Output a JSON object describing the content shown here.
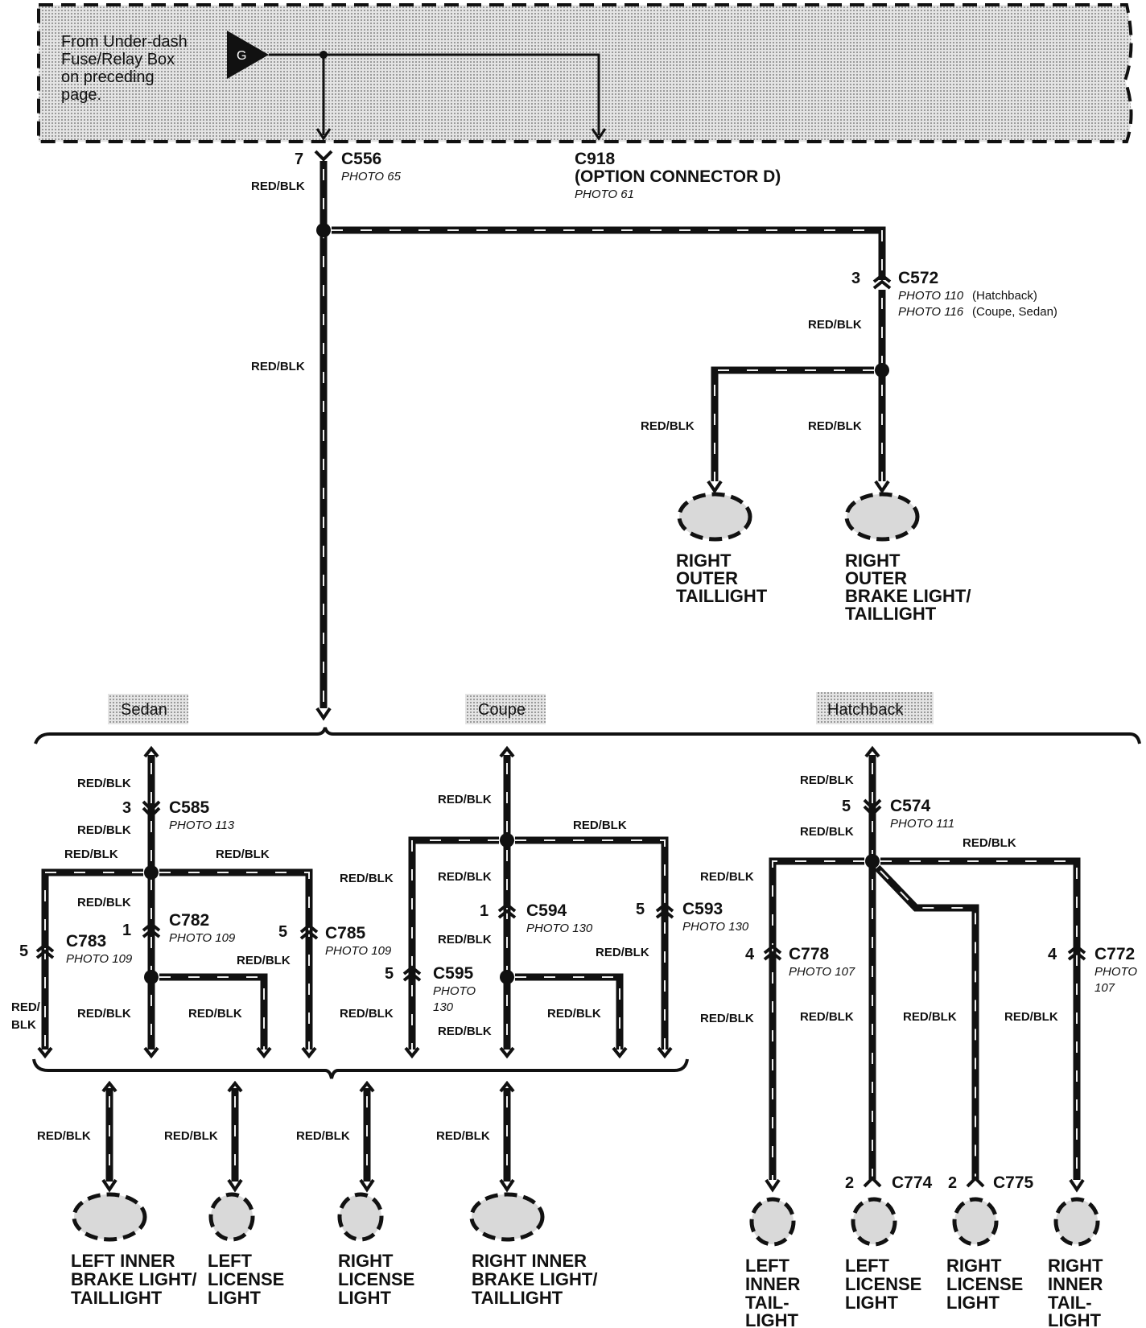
{
  "source_box": {
    "lines": [
      "From Under-dash",
      "Fuse/Relay Box",
      "on preceding",
      "page."
    ],
    "terminal": "G"
  },
  "wire_color": "RED/BLK",
  "wire_color_split": [
    "RED/",
    "BLK"
  ],
  "variants": [
    "Sedan",
    "Coupe",
    "Hatchback"
  ],
  "connectors": {
    "c556": {
      "id": "C556",
      "pin": "7",
      "photo": "PHOTO 65"
    },
    "c918": {
      "id": "C918",
      "desc": "(OPTION CONNECTOR D)",
      "photo": "PHOTO 61"
    },
    "c572": {
      "id": "C572",
      "pin": "3",
      "photo1": "PHOTO 110",
      "photo1_note": "(Hatchback)",
      "photo2": "PHOTO 116",
      "photo2_note": "(Coupe, Sedan)"
    },
    "c585": {
      "id": "C585",
      "pin": "3",
      "photo": "PHOTO 113"
    },
    "c782": {
      "id": "C782",
      "pin": "1",
      "photo": "PHOTO 109"
    },
    "c783": {
      "id": "C783",
      "pin": "5",
      "photo": "PHOTO 109"
    },
    "c785": {
      "id": "C785",
      "pin": "5",
      "photo": "PHOTO 109"
    },
    "c594": {
      "id": "C594",
      "pin": "1",
      "photo": "PHOTO 130"
    },
    "c593": {
      "id": "C593",
      "pin": "5",
      "photo": "PHOTO 130"
    },
    "c595": {
      "id": "C595",
      "pin": "5",
      "photo_a": "PHOTO",
      "photo_b": "130"
    },
    "c574": {
      "id": "C574",
      "pin": "5",
      "photo": "PHOTO 111"
    },
    "c778": {
      "id": "C778",
      "pin": "4",
      "photo": "PHOTO 107"
    },
    "c772": {
      "id": "C772",
      "pin": "4",
      "photo_a": "PHOTO",
      "photo_b": "107"
    },
    "c774": {
      "id": "C774",
      "pin": "2"
    },
    "c775": {
      "id": "C775",
      "pin": "2"
    }
  },
  "lights": {
    "right_outer_taillight": [
      "RIGHT",
      "OUTER",
      "TAILLIGHT"
    ],
    "right_outer_brake": [
      "RIGHT",
      "OUTER",
      "BRAKE LIGHT/",
      "TAILLIGHT"
    ],
    "left_inner_brake": [
      "LEFT INNER",
      "BRAKE LIGHT/",
      "TAILLIGHT"
    ],
    "left_license": [
      "LEFT",
      "LICENSE",
      "LIGHT"
    ],
    "right_license": [
      "RIGHT",
      "LICENSE",
      "LIGHT"
    ],
    "right_inner_brake": [
      "RIGHT INNER",
      "BRAKE LIGHT/",
      "TAILLIGHT"
    ],
    "hb_left_inner_tail": [
      "LEFT",
      "INNER",
      "TAIL-",
      "LIGHT"
    ],
    "hb_left_license": [
      "LEFT",
      "LICENSE",
      "LIGHT"
    ],
    "hb_right_license": [
      "RIGHT",
      "LICENSE",
      "LIGHT"
    ],
    "hb_right_inner_tail": [
      "RIGHT",
      "INNER",
      "TAIL-",
      "LIGHT"
    ]
  }
}
